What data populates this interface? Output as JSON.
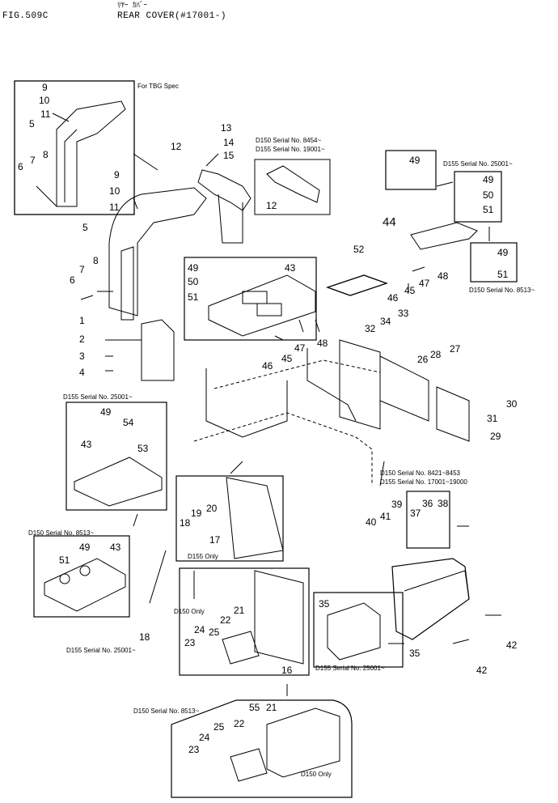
{
  "header": {
    "fig": "FIG.509C",
    "kana": "ﾘﾔｰ ｶﾊﾞｰ",
    "title": "REAR COVER(#17001-)"
  },
  "notes": {
    "tbg": "For TBG Spec",
    "d150_8454": "D150 Serial No. 8454~",
    "d155_19001": "D155 Serial No. 19001~",
    "d155_25001_a": "D155 Serial No. 25001~",
    "d150_8513_a": "D150 Serial No. 8513~",
    "d155_25001_b": "D155 Serial No. 25001~",
    "d150_8513_b": "D150 Serial No. 8513~",
    "d150_8421": "D150 Serial No. 8421~8453",
    "d155_17001": "D155 Serial No. 17001~19000",
    "d155_only": "D155 Only",
    "d150_only_a": "D150 Only",
    "d155_25001_c": "D155 Serial No. 25001~",
    "d155_25001_d": "D155 Serial No. 25001~",
    "d150_8513_c": "D150 Serial No. 8513~",
    "d150_only_b": "D150 Only"
  },
  "callouts": [
    "9",
    "10",
    "11",
    "5",
    "7",
    "8",
    "6",
    "13",
    "12",
    "14",
    "15",
    "9",
    "10",
    "11",
    "5",
    "7",
    "8",
    "6",
    "12",
    "49",
    "49",
    "50",
    "51",
    "44",
    "49",
    "51",
    "49",
    "50",
    "51",
    "43",
    "52",
    "47",
    "48",
    "46",
    "45",
    "1",
    "2",
    "3",
    "4",
    "45",
    "46",
    "47",
    "48",
    "32",
    "34",
    "33",
    "26",
    "28",
    "27",
    "30",
    "31",
    "29",
    "49",
    "54",
    "43",
    "53",
    "19",
    "20",
    "18",
    "17",
    "39",
    "41",
    "40",
    "37",
    "36",
    "38",
    "49",
    "51",
    "43",
    "21",
    "22",
    "24",
    "25",
    "23",
    "16",
    "35",
    "35",
    "42",
    "42",
    "18",
    "55",
    "21",
    "25",
    "22",
    "24",
    "23"
  ]
}
